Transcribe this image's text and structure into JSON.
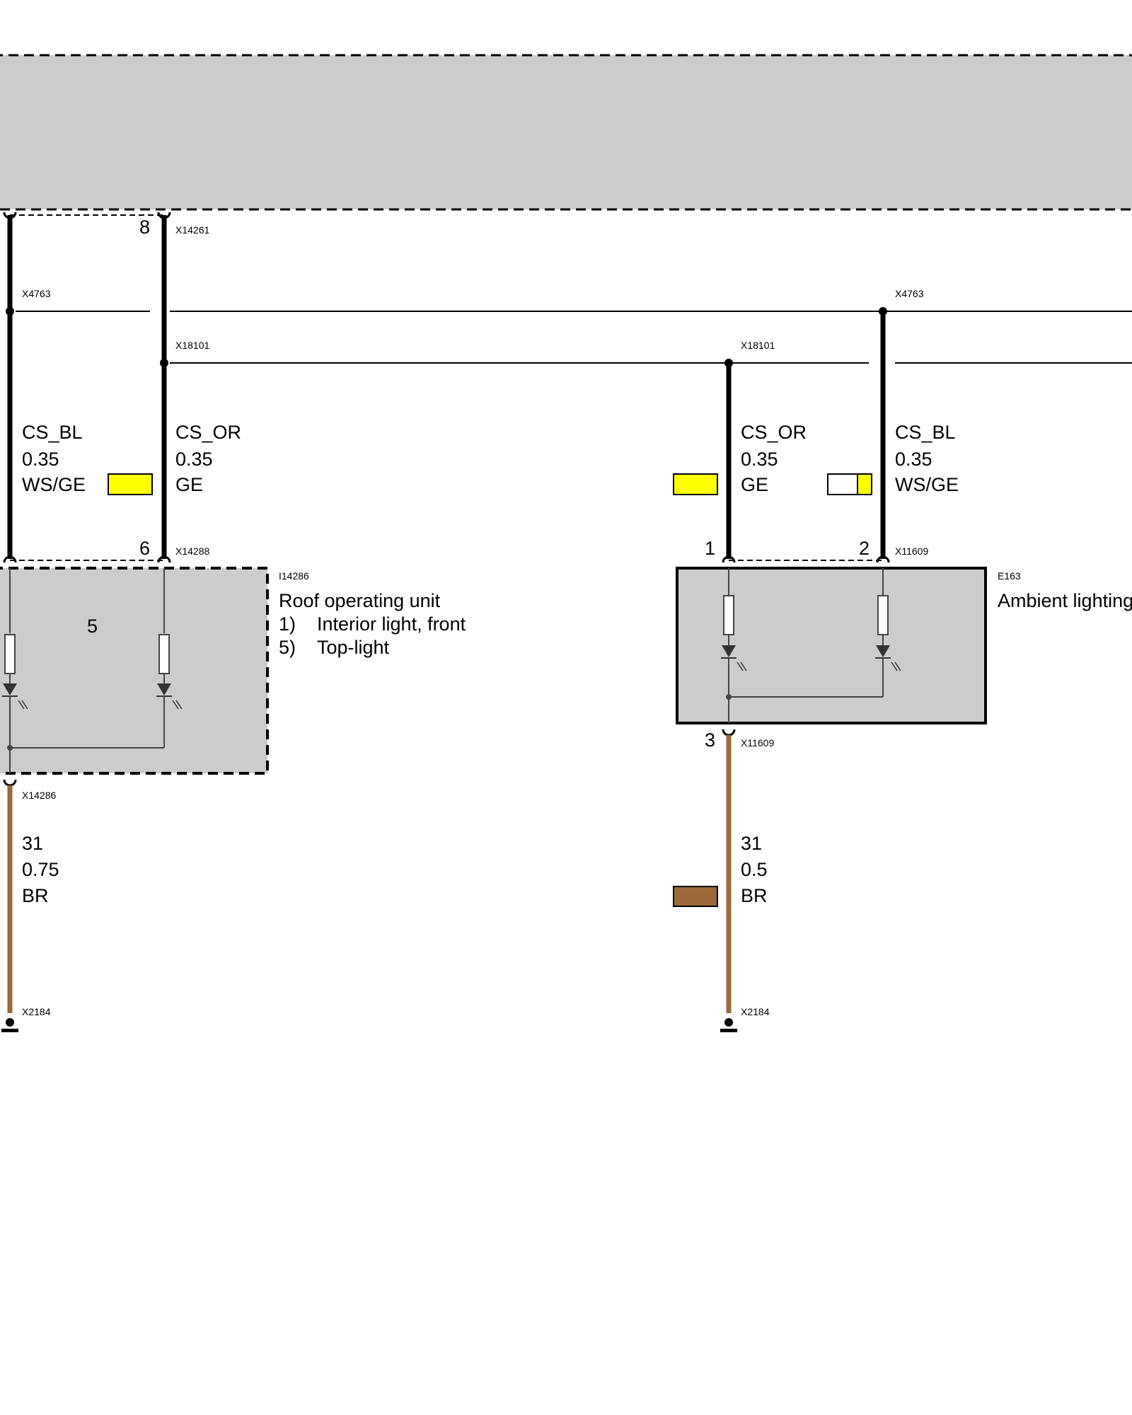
{
  "connectors": {
    "x14261": "X14261",
    "x4763_left": "X4763",
    "x4763_right": "X4763",
    "x18101_left": "X18101",
    "x18101_right": "X18101",
    "x14288": "X14288",
    "x11609_top": "X11609",
    "x11609_bottom": "X11609",
    "x14286_bottom": "X14286",
    "x2184_left": "X2184",
    "x2184_right": "X2184"
  },
  "pins": {
    "pin8": "8",
    "pin6": "6",
    "pin1": "1",
    "pin2": "2",
    "pin3": "3",
    "pin5": "5"
  },
  "wires": {
    "left_bl": {
      "signal": "CS_BL",
      "size": "0.35",
      "color_code": "WS/GE"
    },
    "left_or": {
      "signal": "CS_OR",
      "size": "0.35",
      "color_code": "GE"
    },
    "right_or": {
      "signal": "CS_OR",
      "size": "0.35",
      "color_code": "GE"
    },
    "right_bl": {
      "signal": "CS_BL",
      "size": "0.35",
      "color_code": "WS/GE"
    },
    "left_gnd": {
      "signal": "31",
      "size": "0.75",
      "color_code": "BR"
    },
    "right_gnd": {
      "signal": "31",
      "size": "0.5",
      "color_code": "BR"
    }
  },
  "components": {
    "roof_unit": {
      "id": "I14286",
      "name": "Roof operating unit",
      "items": [
        {
          "num": "1)",
          "text": "Interior light, front"
        },
        {
          "num": "5)",
          "text": "Top-light"
        }
      ]
    },
    "ambient": {
      "id": "E163",
      "name": "Ambient lighting"
    }
  },
  "colors": {
    "wire_black": "#000000",
    "wire_brown": "#9a6a3a",
    "box_fill": "#cccccc",
    "swatch_yellow": "#ffff00",
    "swatch_white": "#ffffff",
    "swatch_brown": "#9a6a3a",
    "internal_line": "#444444"
  }
}
